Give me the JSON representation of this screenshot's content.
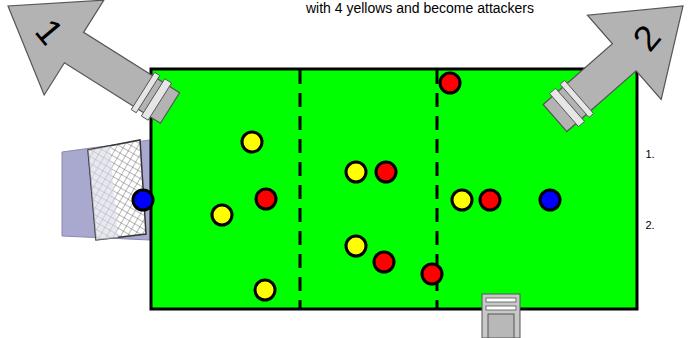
{
  "diagram": {
    "nodes": [
      {
        "text": [
          "1"
        ]
      },
      {
        "text": [
          "2"
        ]
      }
    ],
    "labels": [
      "with 4 yellows and become attackers",
      "1.",
      "2."
    ]
  }
}
